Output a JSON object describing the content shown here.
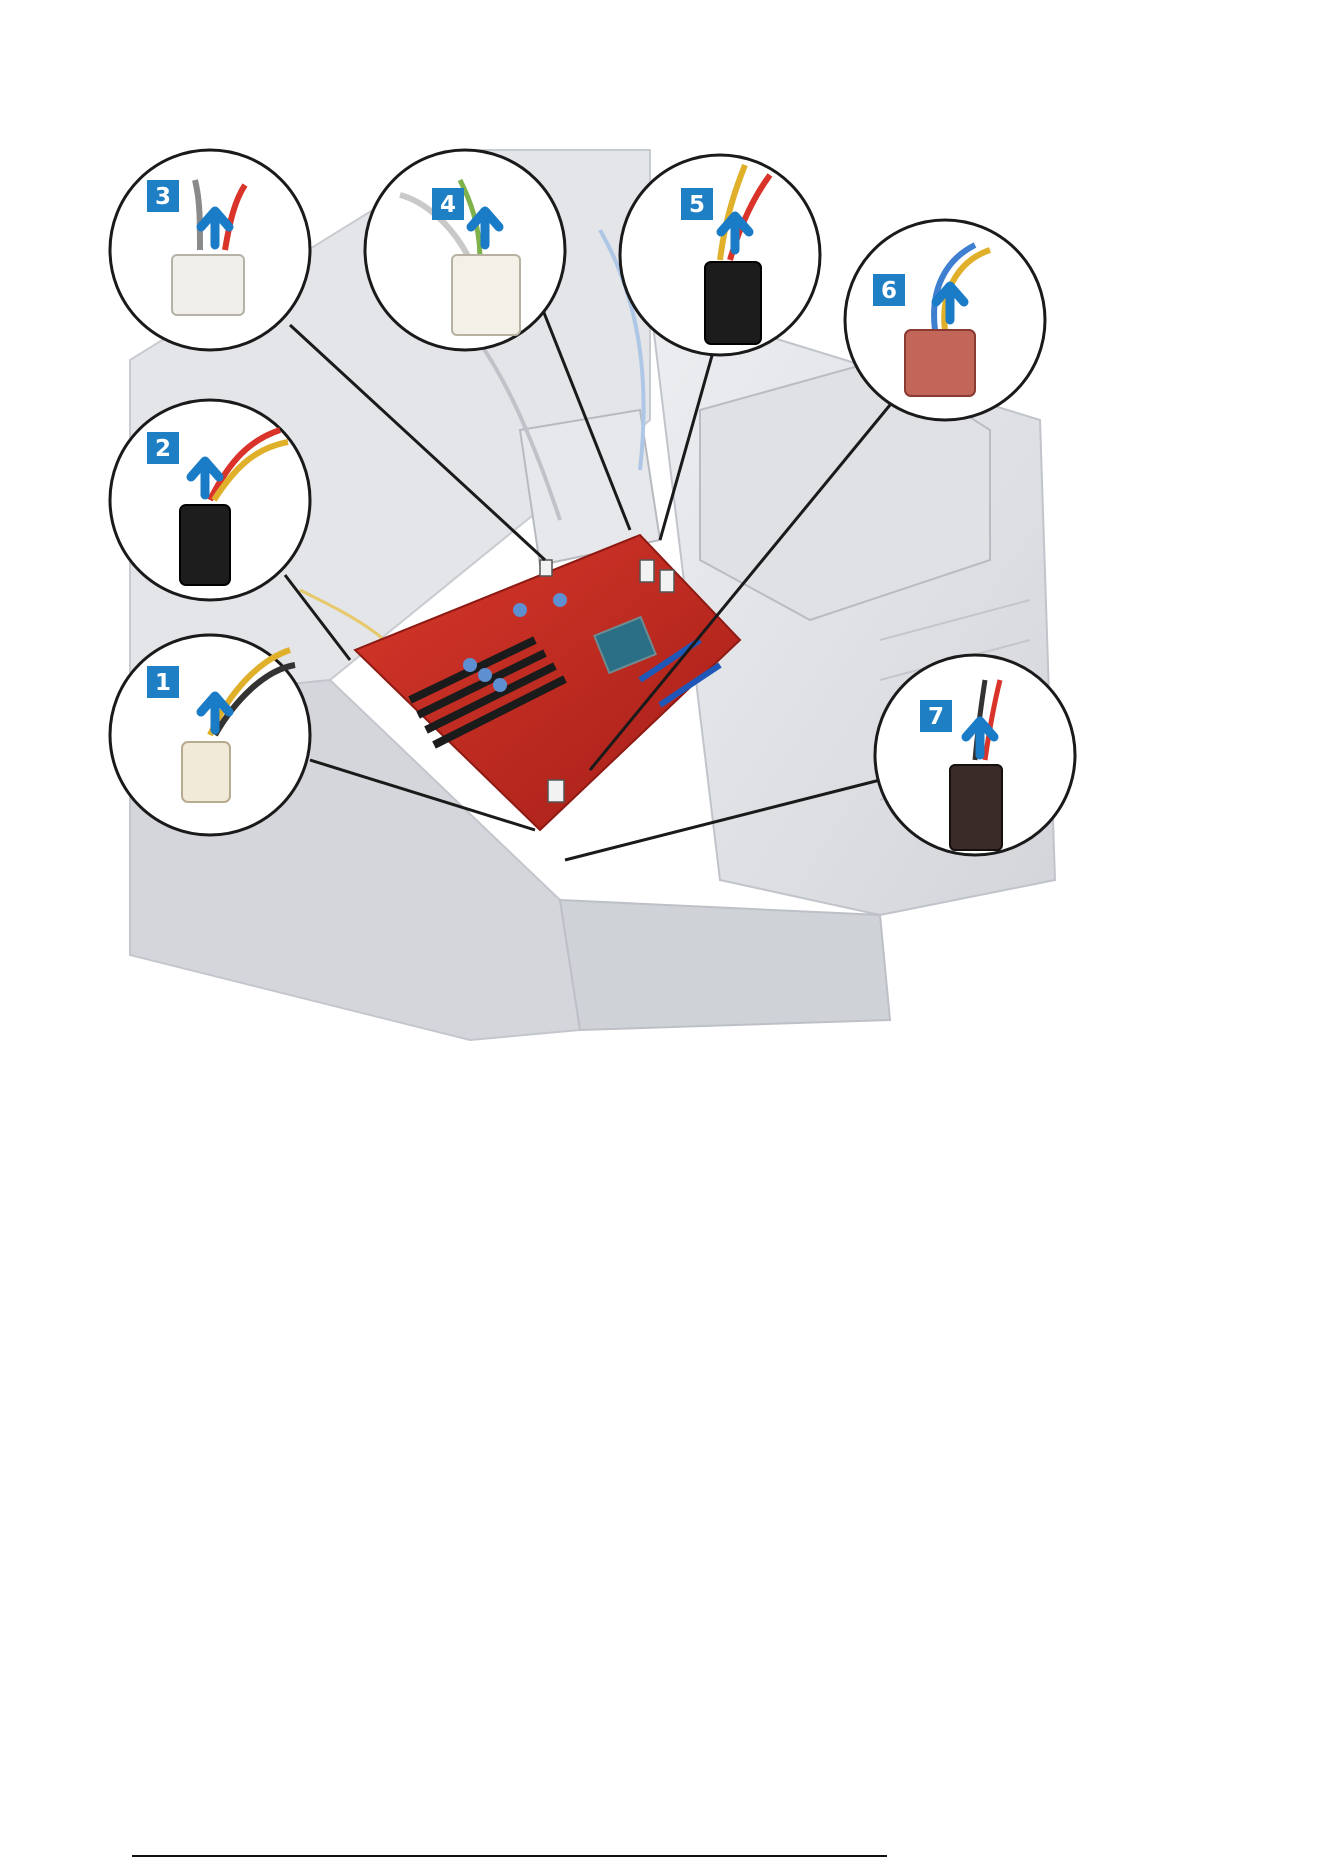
{
  "figure": {
    "callouts": [
      {
        "label": "1"
      },
      {
        "label": "2"
      },
      {
        "label": "3"
      },
      {
        "label": "4"
      },
      {
        "label": "5"
      },
      {
        "label": "6"
      },
      {
        "label": "7"
      }
    ]
  },
  "colors": {
    "badge": "#1f7fc4",
    "arrow": "#1a7cc7",
    "board": "#c52a1f",
    "chassis": "#dcdde1"
  },
  "icon_names": [
    "upward-arrow-icon",
    "cable-connector-icon"
  ]
}
